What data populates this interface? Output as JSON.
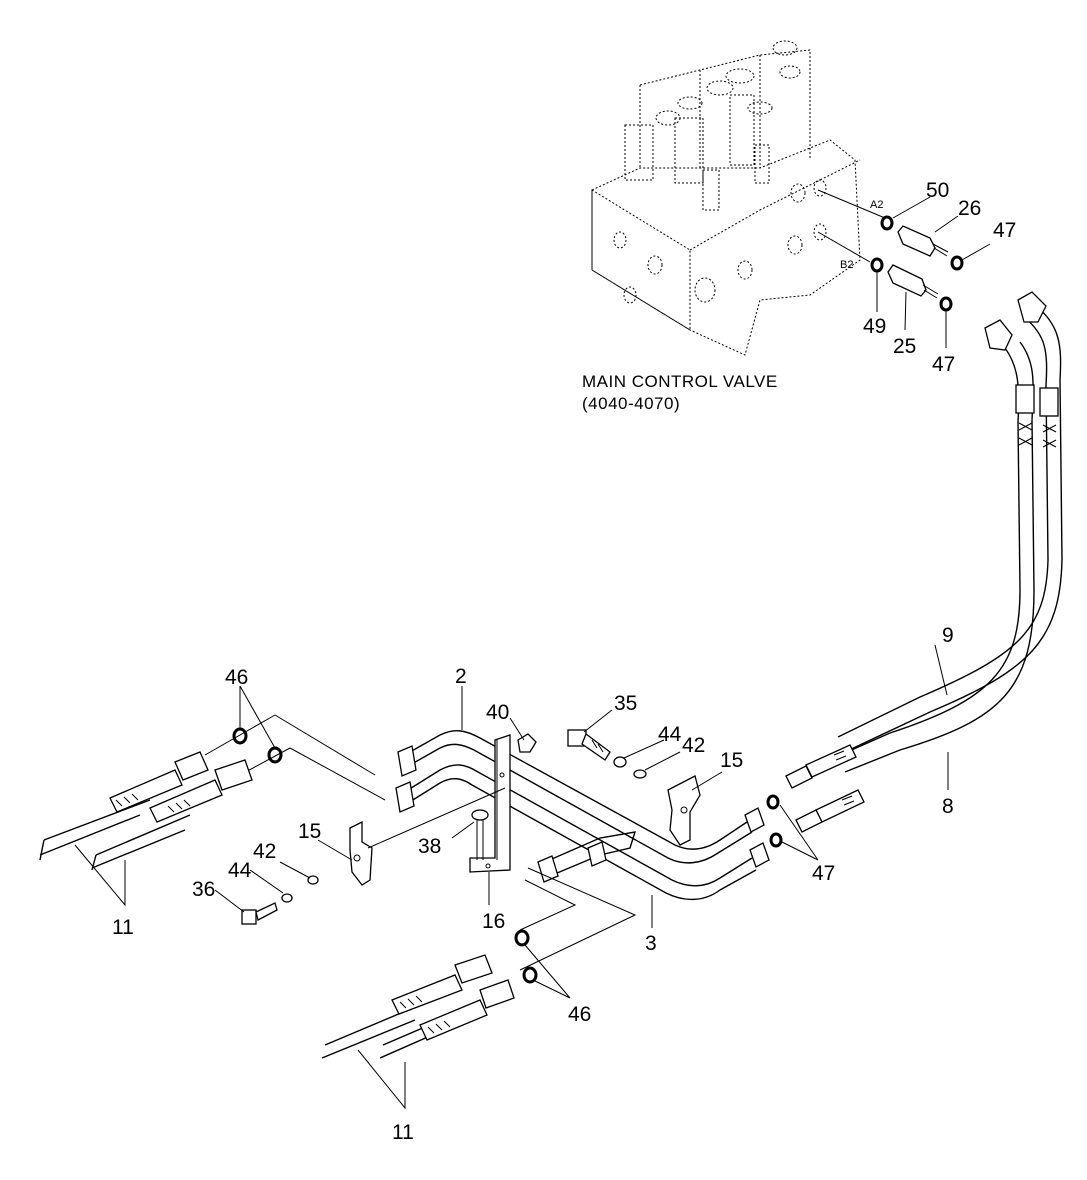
{
  "valve": {
    "title": "MAIN CONTROL VALVE",
    "serial": "(4040-4070)",
    "port_a": "A2",
    "port_b": "B2"
  },
  "callouts": {
    "p50": "50",
    "p26": "26",
    "p47a": "47",
    "p49": "49",
    "p25": "25",
    "p47b": "47",
    "p9": "9",
    "p8": "8",
    "p47c": "47",
    "p46a": "46",
    "p2": "2",
    "p40": "40",
    "p35": "35",
    "p44a": "44",
    "p42a": "42",
    "p15a": "15",
    "p15b": "15",
    "p42b": "42",
    "p44b": "44",
    "p36": "36",
    "p38": "38",
    "p16": "16",
    "p3": "3",
    "p11a": "11",
    "p46b": "46",
    "p11b": "11"
  }
}
